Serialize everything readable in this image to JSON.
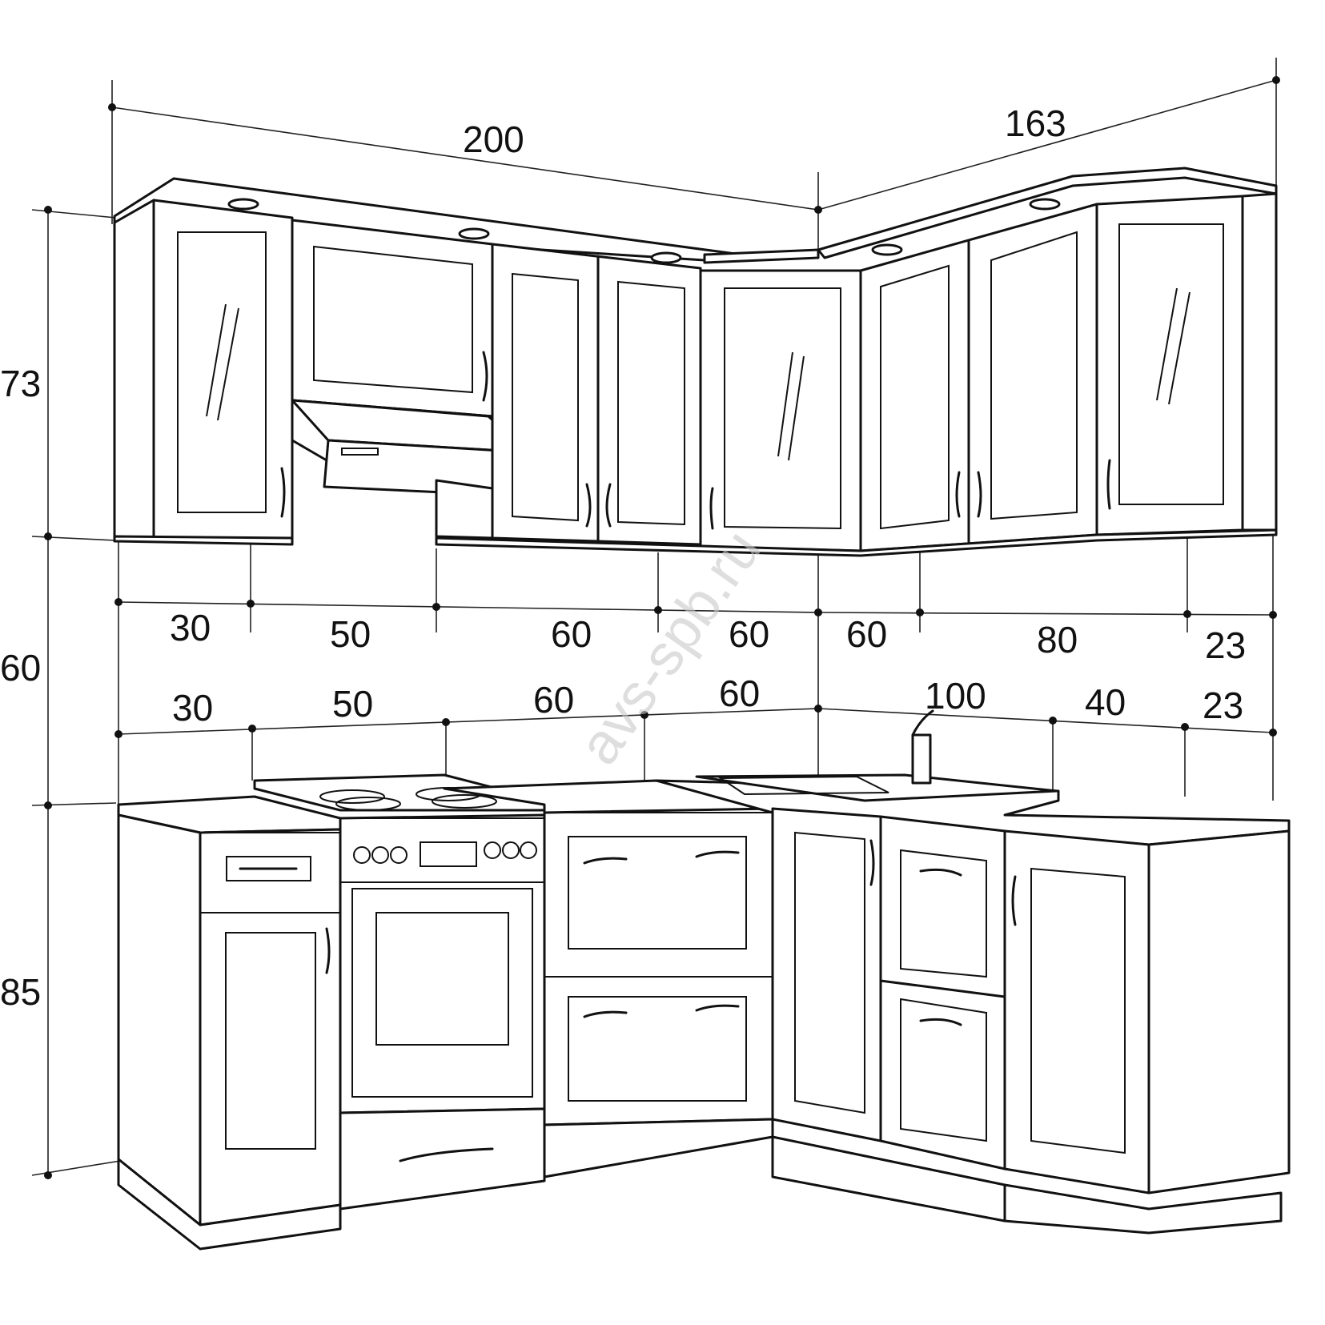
{
  "dimensions": {
    "top": {
      "left_width": "200",
      "right_width": "163"
    },
    "heights": {
      "upper": "73",
      "gap": "60",
      "base": "85"
    },
    "upper_row": [
      "30",
      "50",
      "60",
      "60",
      "60",
      "80",
      "23"
    ],
    "base_row": [
      "30",
      "50",
      "60",
      "60",
      "100",
      "40",
      "23"
    ]
  },
  "watermark": "avs-spb.ru"
}
